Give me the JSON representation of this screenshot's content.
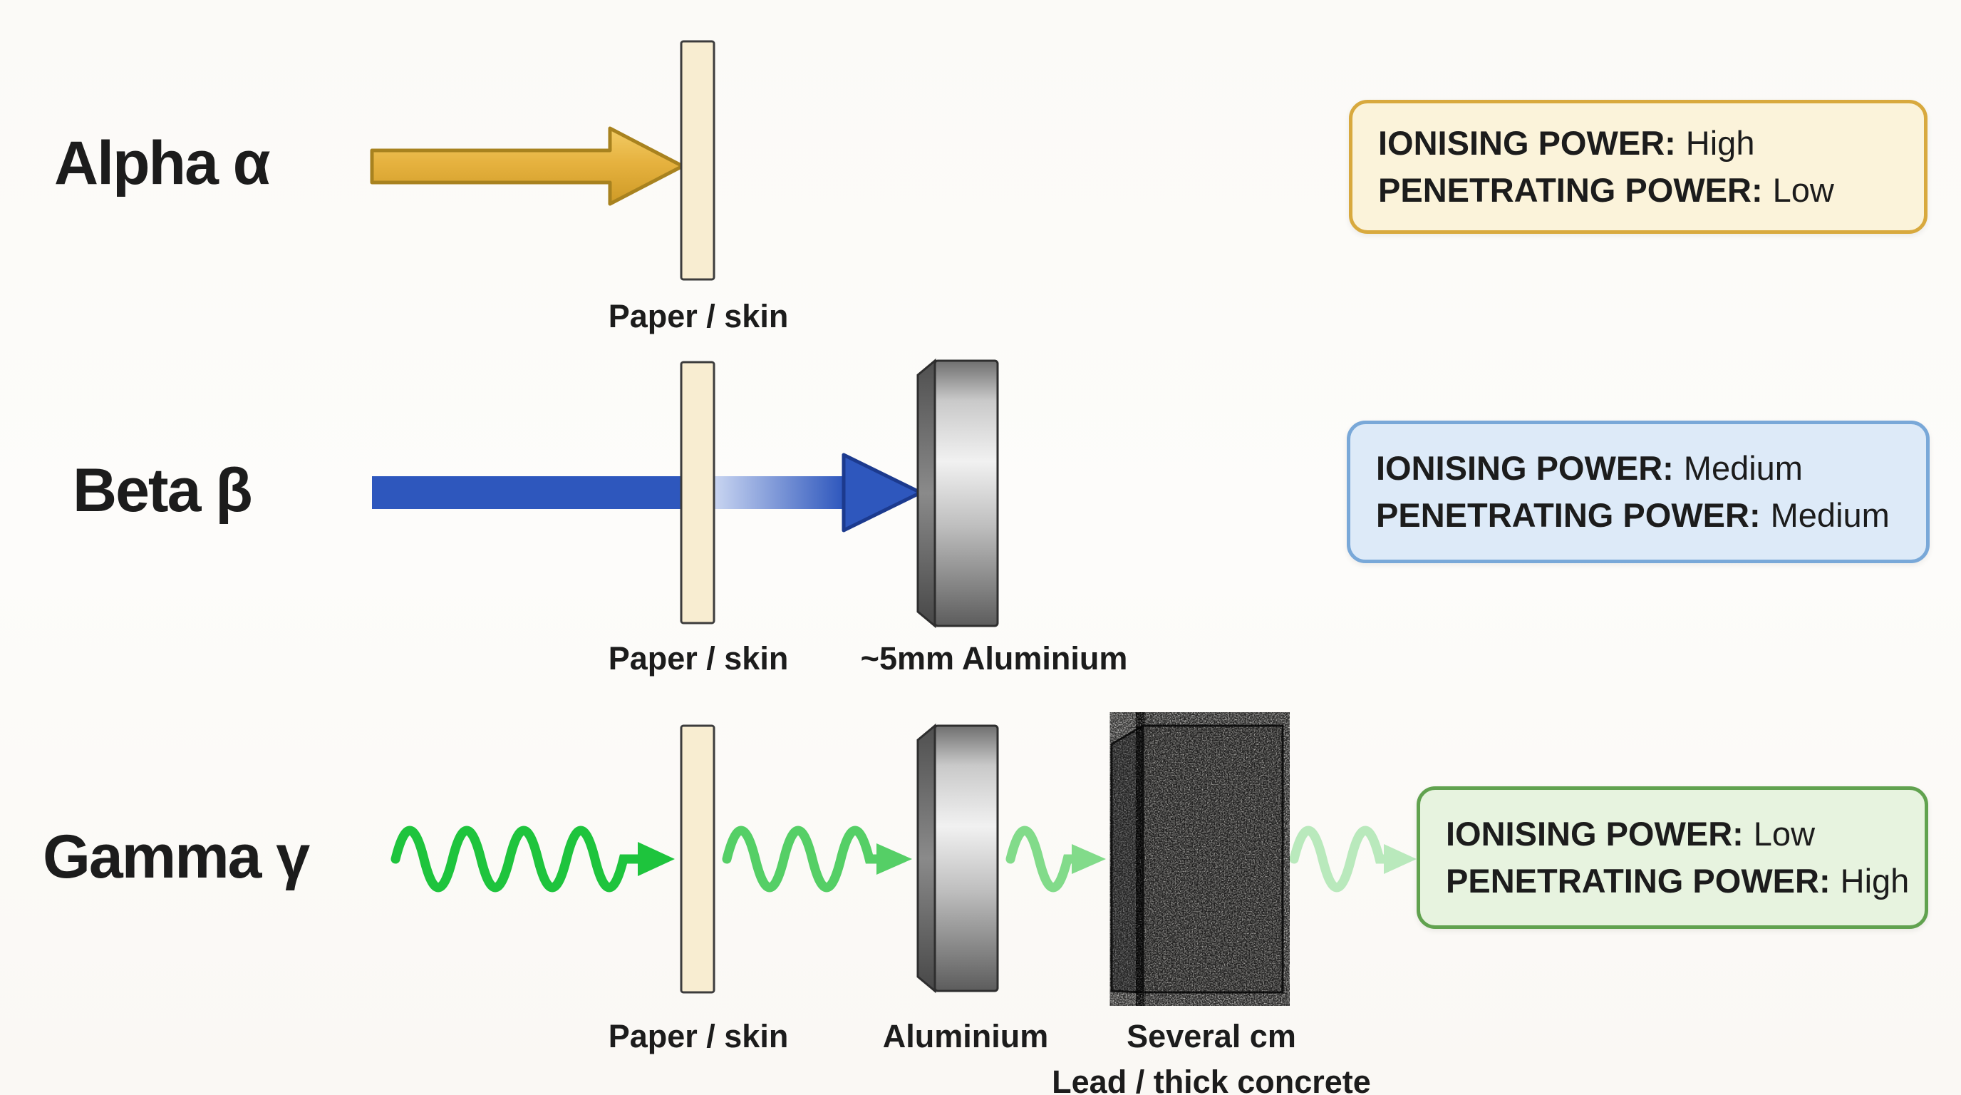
{
  "palette": {
    "paper_fill": "#F8EDD1",
    "aluminium_fill": "#BFBFBF",
    "concrete_fill": "#D2D0CC",
    "text": "#1C1C1C"
  },
  "rows": [
    {
      "name": "alpha",
      "title": "Alpha α",
      "arrow_color": "#E2AC3B",
      "barrier_labels": [
        "Paper / skin"
      ],
      "info": {
        "border": "#D8A93E",
        "bg": "#FBF3DA",
        "lines": [
          {
            "label": "IONISING POWER:",
            "value": "High"
          },
          {
            "label": "PENETRATING POWER:",
            "value": "Low"
          }
        ]
      }
    },
    {
      "name": "beta",
      "title": "Beta β",
      "arrow_color": "#2E57BD",
      "fade_color": "#E9EEFA",
      "barrier_labels": [
        "Paper / skin",
        "~5mm Aluminium"
      ],
      "info": {
        "border": "#79A8D8",
        "bg": "#DDEAF8",
        "lines": [
          {
            "label": "IONISING POWER:",
            "value": "Medium"
          },
          {
            "label": "PENETRATING POWER:",
            "value": "Medium"
          }
        ]
      }
    },
    {
      "name": "gamma",
      "title": "Gamma γ",
      "wave_colors": [
        "#1EC43D",
        "#55CF66",
        "#82DB8A",
        "#B9E9BC"
      ],
      "barrier_labels": [
        "Paper / skin",
        "Aluminium",
        "Several cm",
        "Lead / thick concrete"
      ],
      "info": {
        "border": "#61A24F",
        "bg": "#E7F3DF",
        "lines": [
          {
            "label": "IONISING POWER:",
            "value": "Low"
          },
          {
            "label": "PENETRATING POWER:",
            "value": "High"
          }
        ]
      }
    }
  ]
}
